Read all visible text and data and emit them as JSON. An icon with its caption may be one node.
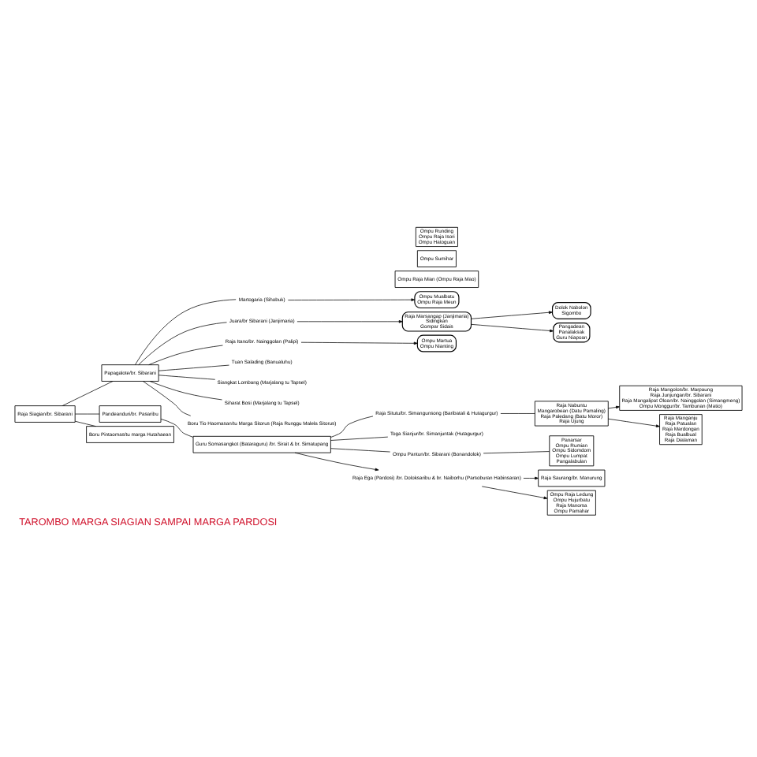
{
  "diagram": {
    "title": "TAROMBO MARGA SIAGIAN SAMPAI MARGA PARDOSI",
    "nodes": [
      {
        "text": [
          "Raja Siagian/br. Sibarani"
        ]
      },
      {
        "text": [
          "Papagalote/br. Sibarani"
        ]
      },
      {
        "text": [
          "Pandeanduri/br. Pasaribu"
        ]
      },
      {
        "text": [
          "Boru Pintaomas/tu marga Hutahaean"
        ]
      },
      {
        "text": [
          "Martogaria (Sihobuk)"
        ]
      },
      {
        "text": [
          "Juara/br Sibarani (Janjimaria)"
        ]
      },
      {
        "text": [
          "Raja Itano/br. Nainggolan (Palipi)"
        ]
      },
      {
        "text": [
          "Tuan Salading (Banualuhu)"
        ]
      },
      {
        "text": [
          "Siangkat Lombang (Marjalang tu Tapsel)"
        ]
      },
      {
        "text": [
          "Siharat Bosi (Marjalang tu Tapsel)"
        ]
      },
      {
        "text": [
          "Boru Tio Haomasan/tu Marga Sitorus (Raja Runggu Malela Sitorus)"
        ]
      },
      {
        "text": [
          "Ompu Mualbatu",
          "Ompu Raja Meun"
        ]
      },
      {
        "text": [
          "Raja Marsangap (Janjimaria)",
          "Sidingkan",
          "Gompar Sidais"
        ]
      },
      {
        "text": [
          "Dolok Nabolon",
          "Sigombo"
        ]
      },
      {
        "text": [
          "Pangadean",
          "Panalaksak",
          "Guru Niapoan"
        ]
      },
      {
        "text": [
          "Ompu Martua",
          "Ompu Nianting"
        ]
      },
      {
        "text": [
          "Guru Somasangkot (Bataraguru) /br. Sirait & br. Simatupang"
        ]
      },
      {
        "text": [
          "Raja Situtu/br. Simangunsong (Baribatali & Hutagurgur)"
        ]
      },
      {
        "text": [
          "Toga Sianjur/br. Simanjuntak (Hutagurgur)"
        ]
      },
      {
        "text": [
          "Ompu Pantun/br. Sibarani (Bonandolok)"
        ]
      },
      {
        "text": [
          "Raja Ega (Pardosi) /br. Doloksaribu & br. Naiborhu (Parsoburan Habinsaran)"
        ]
      },
      {
        "text": [
          "Raja Nabuntu",
          "Mangarobean (Datu Pamaling)",
          "Raja Paledang (Batu Moror)",
          "Raja Ujung"
        ]
      },
      {
        "text": [
          "Raja Mangolos/br. Marpaung",
          "Raja Junjungan/br. Sibarani",
          "Raja Mangalipat Oloan/br. Nainggolan (Simangmeng)",
          "Ompu Monggur/br. Tambunan (Matio)"
        ]
      },
      {
        "text": [
          "Raja Manganju",
          "Raja Patualan",
          "Raja Mardongan",
          "Raja Bualbual",
          "Raja Dialaman"
        ]
      },
      {
        "text": [
          "Ompu Raja Mian (Ompu Raja Mao)"
        ]
      },
      {
        "text": [
          "Ompu Sumihar"
        ]
      },
      {
        "text": [
          "Ompu Runding",
          "Ompu Raja Isori",
          "Ompu Hatoguan"
        ]
      },
      {
        "text": [
          "Panarsar",
          "Ompu Rumian",
          "Ompu Sidomdom",
          "Ompu Lumpat",
          "Pangalabulan"
        ]
      },
      {
        "text": [
          "Raja Saurang/br. Manurung"
        ]
      },
      {
        "text": [
          "Ompu Raja Ledung",
          "Ompu Hujurbatu",
          "Raja Manorsa",
          "Ompu Pamahar"
        ]
      }
    ],
    "edges": [
      {
        "from": 0,
        "to": 1,
        "arrow": "none"
      },
      {
        "from": 0,
        "to": 2,
        "arrow": "none"
      },
      {
        "from": 0,
        "to": 3,
        "arrow": "none"
      },
      {
        "from": 1,
        "to": 4,
        "arrow": "none"
      },
      {
        "from": 1,
        "to": 5,
        "arrow": "none"
      },
      {
        "from": 1,
        "to": 6,
        "arrow": "none"
      },
      {
        "from": 1,
        "to": 7,
        "arrow": "none"
      },
      {
        "from": 1,
        "to": 8,
        "arrow": "none"
      },
      {
        "from": 1,
        "to": 9,
        "arrow": "none"
      },
      {
        "from": 1,
        "to": 10,
        "arrow": "none"
      },
      {
        "from": 4,
        "to": 11,
        "arrow": "to"
      },
      {
        "from": 5,
        "to": 12,
        "arrow": "to"
      },
      {
        "from": 12,
        "to": 13,
        "arrow": "to"
      },
      {
        "from": 12,
        "to": 14,
        "arrow": "to"
      },
      {
        "from": 6,
        "to": 15,
        "arrow": "to"
      },
      {
        "from": 2,
        "to": 16,
        "arrow": "none"
      },
      {
        "from": 16,
        "to": 17,
        "arrow": "none"
      },
      {
        "from": 16,
        "to": 18,
        "arrow": "none"
      },
      {
        "from": 16,
        "to": 19,
        "arrow": "none"
      },
      {
        "from": 16,
        "to": 20,
        "arrow": "to"
      },
      {
        "from": 17,
        "to": 21,
        "arrow": "none"
      },
      {
        "from": 21,
        "to": 22,
        "arrow": "to"
      },
      {
        "from": 21,
        "to": 23,
        "arrow": "to"
      },
      {
        "from": 19,
        "to": 27,
        "arrow": "none"
      },
      {
        "from": 20,
        "to": 28,
        "arrow": "to"
      },
      {
        "from": 20,
        "to": 29,
        "arrow": "to"
      }
    ]
  }
}
